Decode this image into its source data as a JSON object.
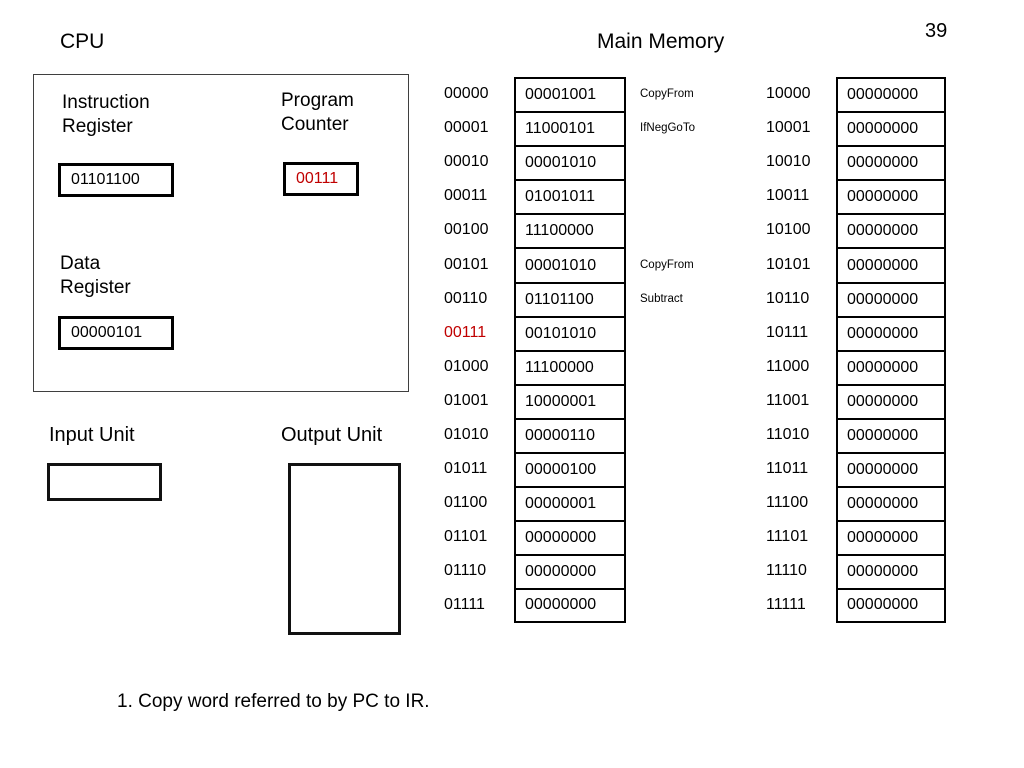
{
  "slide": {
    "number": "39",
    "caption": "1. Copy word referred to by PC to IR."
  },
  "cpu": {
    "title": "CPU",
    "instruction_register": {
      "label": "Instruction\nRegister",
      "value": "01101100"
    },
    "program_counter": {
      "label": "Program\nCounter",
      "value": "00111",
      "color": "#c00000"
    },
    "data_register": {
      "label": "Data\nRegister",
      "value": "00000101"
    }
  },
  "io": {
    "input_label": "Input Unit",
    "input_value": "",
    "output_label": "Output Unit",
    "output_value": ""
  },
  "memory": {
    "title": "Main Memory",
    "highlight_color": "#c00000",
    "left_column": [
      {
        "address": "00000",
        "value": "00001001",
        "note": "CopyFrom",
        "highlight": false
      },
      {
        "address": "00001",
        "value": "11000101",
        "note": "IfNegGoTo",
        "highlight": false
      },
      {
        "address": "00010",
        "value": "00001010",
        "note": "",
        "highlight": false
      },
      {
        "address": "00011",
        "value": "01001011",
        "note": "",
        "highlight": false
      },
      {
        "address": "00100",
        "value": "11100000",
        "note": "",
        "highlight": false
      },
      {
        "address": "00101",
        "value": "00001010",
        "note": "CopyFrom",
        "highlight": false
      },
      {
        "address": "00110",
        "value": "01101100",
        "note": "Subtract",
        "highlight": false
      },
      {
        "address": "00111",
        "value": "00101010",
        "note": "",
        "highlight": true
      },
      {
        "address": "01000",
        "value": "11100000",
        "note": "",
        "highlight": false
      },
      {
        "address": "01001",
        "value": "10000001",
        "note": "",
        "highlight": false
      },
      {
        "address": "01010",
        "value": "00000110",
        "note": "",
        "highlight": false
      },
      {
        "address": "01011",
        "value": "00000100",
        "note": "",
        "highlight": false
      },
      {
        "address": "01100",
        "value": "00000001",
        "note": "",
        "highlight": false
      },
      {
        "address": "01101",
        "value": "00000000",
        "note": "",
        "highlight": false
      },
      {
        "address": "01110",
        "value": "00000000",
        "note": "",
        "highlight": false
      },
      {
        "address": "01111",
        "value": "00000000",
        "note": "",
        "highlight": false
      }
    ],
    "right_column": [
      {
        "address": "10000",
        "value": "00000000",
        "note": "",
        "highlight": false
      },
      {
        "address": "10001",
        "value": "00000000",
        "note": "",
        "highlight": false
      },
      {
        "address": "10010",
        "value": "00000000",
        "note": "",
        "highlight": false
      },
      {
        "address": "10011",
        "value": "00000000",
        "note": "",
        "highlight": false
      },
      {
        "address": "10100",
        "value": "00000000",
        "note": "",
        "highlight": false
      },
      {
        "address": "10101",
        "value": "00000000",
        "note": "",
        "highlight": false
      },
      {
        "address": "10110",
        "value": "00000000",
        "note": "",
        "highlight": false
      },
      {
        "address": "10111",
        "value": "00000000",
        "note": "",
        "highlight": false
      },
      {
        "address": "11000",
        "value": "00000000",
        "note": "",
        "highlight": false
      },
      {
        "address": "11001",
        "value": "00000000",
        "note": "",
        "highlight": false
      },
      {
        "address": "11010",
        "value": "00000000",
        "note": "",
        "highlight": false
      },
      {
        "address": "11011",
        "value": "00000000",
        "note": "",
        "highlight": false
      },
      {
        "address": "11100",
        "value": "00000000",
        "note": "",
        "highlight": false
      },
      {
        "address": "11101",
        "value": "00000000",
        "note": "",
        "highlight": false
      },
      {
        "address": "11110",
        "value": "00000000",
        "note": "",
        "highlight": false
      },
      {
        "address": "11111",
        "value": "00000000",
        "note": "",
        "highlight": false
      }
    ]
  }
}
